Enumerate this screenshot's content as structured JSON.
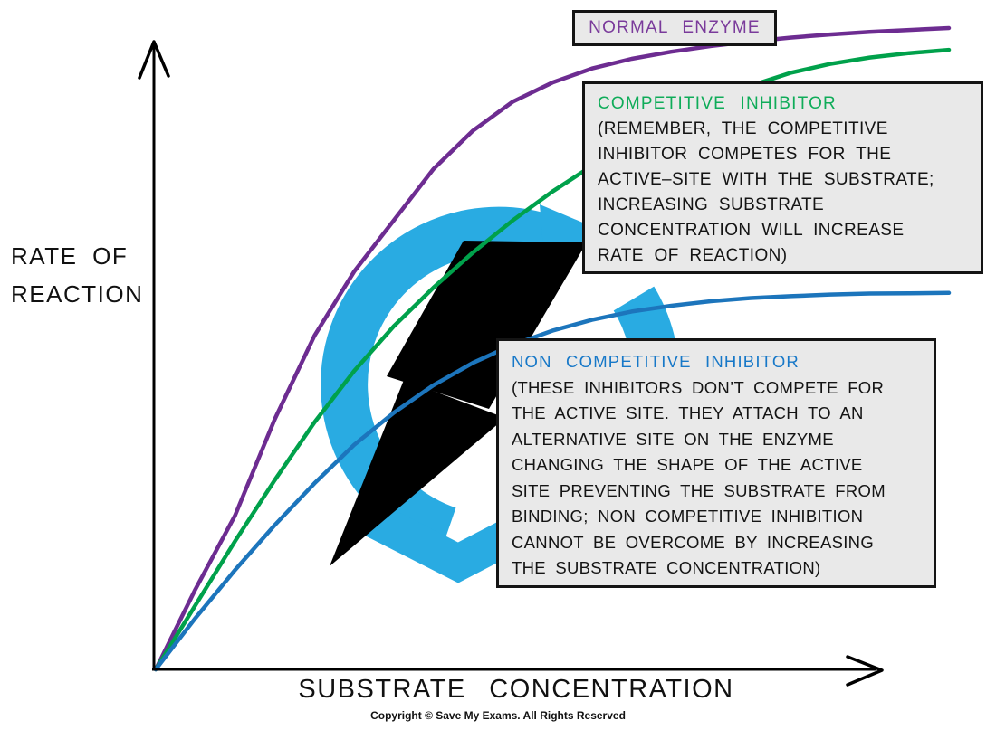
{
  "axes": {
    "y_label_line1": "RATE OF",
    "y_label_line2": "REACTION",
    "x_label": "SUBSTRATE CONCENTRATION"
  },
  "footer": {
    "copyright": "Copyright © Save My Exams. All Rights Reserved"
  },
  "annotations": {
    "normal": {
      "title": "NORMAL ENZYME",
      "title_color": "#7A3B9B"
    },
    "competitive": {
      "title": "COMPETITIVE INHIBITOR",
      "title_color": "#0FAC59",
      "lines": [
        "(REMEMBER, THE COMPETITIVE",
        "INHIBITOR COMPETES FOR THE",
        "ACTIVE–SITE WITH THE SUBSTRATE;",
        "INCREASING SUBSTRATE",
        "CONCENTRATION WILL INCREASE",
        "RATE OF REACTION)"
      ]
    },
    "noncompetitive": {
      "title": "NON COMPETITIVE INHIBITOR",
      "title_color": "#1778C8",
      "lines": [
        "(THESE INHIBITORS DON’T COMPETE FOR",
        "THE ACTIVE SITE. THEY ATTACH TO AN",
        "ALTERNATIVE SITE ON THE ENZYME",
        "CHANGING THE SHAPE OF THE ACTIVE",
        "SITE PREVENTING THE SUBSTRATE FROM",
        "BINDING; NON COMPETITIVE INHIBITION",
        "CANNOT BE OVERCOME BY INCREASING",
        "THE SUBSTRATE CONCENTRATION)"
      ]
    }
  },
  "watermark": {
    "icon": "save-my-exams-logo",
    "ring_color": "#29ABE2",
    "bolt_color": "#000000"
  },
  "chart_data": {
    "type": "line",
    "title": "",
    "xlabel": "SUBSTRATE CONCENTRATION",
    "ylabel": "RATE OF REACTION",
    "axis_values_shown": false,
    "x_units": "relative substrate concentration (unlabeled axis, 0-100)",
    "y_units": "relative rate of reaction (unlabeled axis, 0-100)",
    "xlim": [
      0,
      100
    ],
    "ylim": [
      0,
      100
    ],
    "grid": false,
    "legend_position": "boxed labels beside curves",
    "x": [
      0,
      5,
      10,
      15,
      20,
      25,
      30,
      35,
      40,
      45,
      50,
      55,
      60,
      65,
      70,
      75,
      80,
      85,
      90,
      95,
      100
    ],
    "series": [
      {
        "id": "normal",
        "name": "NORMAL ENZYME",
        "color": "#6D2C91",
        "values": [
          0,
          12.5,
          24,
          39,
          52,
          62,
          70,
          78,
          84,
          88.5,
          91.5,
          93.7,
          95.2,
          96.3,
          97.2,
          97.9,
          98.5,
          99,
          99.4,
          99.7,
          100
        ]
      },
      {
        "id": "competitive",
        "name": "COMPETITIVE INHIBITOR",
        "color": "#00A14B",
        "values": [
          0,
          10,
          20,
          29.5,
          38.5,
          46.5,
          53.5,
          59.5,
          65,
          70,
          74.5,
          78.5,
          82.2,
          85.5,
          88.5,
          91,
          93,
          94.4,
          95.4,
          96.1,
          96.6
        ]
      },
      {
        "id": "noncompetitive",
        "name": "NON COMPETITIVE INHIBITOR",
        "color": "#1C75BC",
        "values": [
          0,
          8,
          15.5,
          22.5,
          29,
          35,
          40,
          44.3,
          47.8,
          50.6,
          52.8,
          54.5,
          55.8,
          56.7,
          57.4,
          57.9,
          58.2,
          58.45,
          58.6,
          58.65,
          58.7
        ]
      }
    ]
  }
}
